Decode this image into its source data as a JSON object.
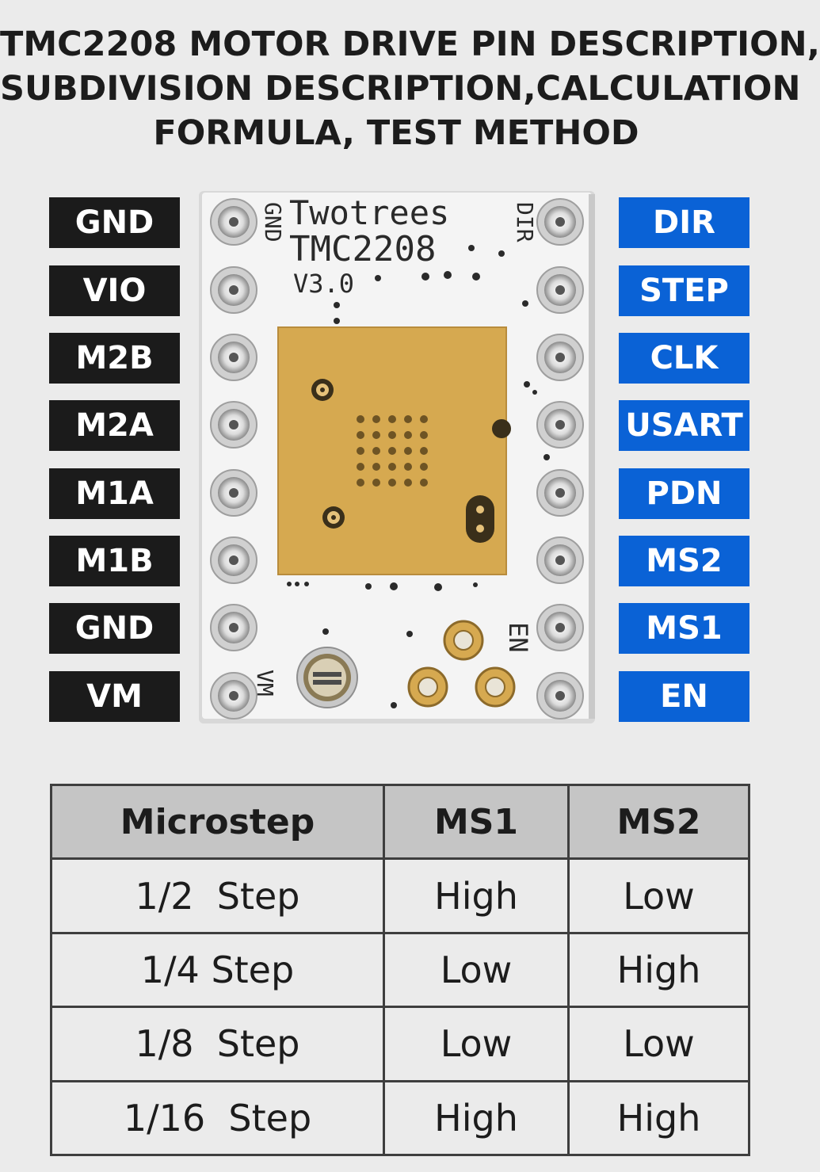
{
  "title": {
    "line1": "TMC2208 MOTOR DRIVE PIN DESCRIPTION,",
    "line2": "SUBDIVISION DESCRIPTION,CALCULATION",
    "line3": "FORMULA, TEST METHOD"
  },
  "left_pins": [
    "GND",
    "VIO",
    "M2B",
    "M2A",
    "M1A",
    "M1B",
    "GND",
    "VM"
  ],
  "right_pins": [
    "DIR",
    "STEP",
    "CLK",
    "USART",
    "PDN",
    "MS2",
    "MS1",
    "EN"
  ],
  "board": {
    "brand": "Twotrees",
    "model": "TMC2208",
    "version": "V3.0",
    "silk_gnd": "GND",
    "silk_dir": "DIR",
    "silk_en": "EN",
    "silk_vm": "VM"
  },
  "colors": {
    "left_pin_bg": "#1b1b1b",
    "right_pin_bg": "#0a62d6",
    "heatsink_pad": "#d6a950",
    "board": "#f4f4f4"
  },
  "table": {
    "headers": [
      "Microstep",
      "MS1",
      "MS2"
    ],
    "rows": [
      [
        "1/2  Step",
        "High",
        "Low"
      ],
      [
        "1/4 Step",
        "Low",
        "High"
      ],
      [
        "1/8  Step",
        "Low",
        "Low"
      ],
      [
        "1/16  Step",
        "High",
        "High"
      ]
    ]
  }
}
